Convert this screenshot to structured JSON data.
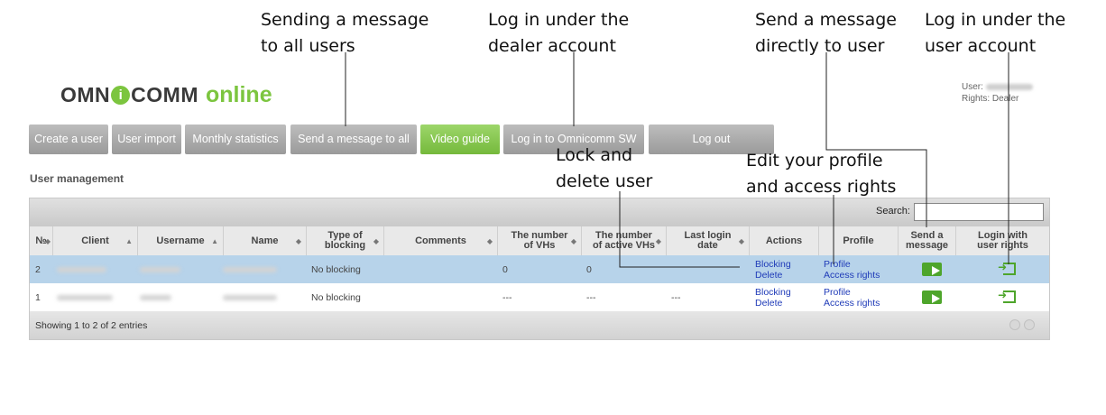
{
  "annotations": {
    "send_all": "Sending a message\nto all users",
    "dealer_login": "Log in under the\ndealer account",
    "send_direct": "Send a message\ndirectly to user",
    "user_login": "Log in under the\nuser account",
    "lock_delete": "Lock and\ndelete user",
    "edit_profile": "Edit your profile\nand access rights"
  },
  "logo": {
    "part1": "OMN",
    "icon": "i",
    "part2": "COMM",
    "part3": "online"
  },
  "user_info": {
    "user_label": "User:",
    "rights_label": "Rights: Dealer"
  },
  "toolbar": {
    "create_user": "Create a user",
    "user_import": "User import",
    "monthly_statistics": "Monthly statistics",
    "send_message_all": "Send a message to all",
    "video_guide": "Video guide",
    "login_omnicomm": "Log in to Omnicomm SW",
    "logout": "Log out"
  },
  "section_title": "User management",
  "search": {
    "label": "Search:",
    "value": ""
  },
  "columns": {
    "no": "№",
    "client": "Client",
    "username": "Username",
    "name": "Name",
    "type_blocking": "Type of\nblocking",
    "comments": "Comments",
    "num_vhs": "The number\nof VHs",
    "num_active_vhs": "The number\nof active VHs",
    "last_login": "Last login\ndate",
    "actions": "Actions",
    "profile": "Profile",
    "send_message": "Send a\nmessage",
    "login_rights": "Login with\nuser rights"
  },
  "rows": [
    {
      "no": "2",
      "blocking": "No blocking",
      "vhs": "0",
      "active_vhs": "0",
      "last_login": "",
      "action1": "Blocking",
      "action2": "Delete",
      "profile1": "Profile",
      "profile2": "Access rights"
    },
    {
      "no": "1",
      "blocking": "No blocking",
      "vhs": "---",
      "active_vhs": "---",
      "last_login": "---",
      "action1": "Blocking",
      "action2": "Delete",
      "profile1": "Profile",
      "profile2": "Access rights"
    }
  ],
  "footer": {
    "entries_text": "Showing 1 to 2 of 2 entries"
  },
  "colors": {
    "accent_green": "#7cc53f",
    "selected_row": "#b7d3ea",
    "link": "#1f3bb8"
  },
  "icons": {
    "send": "envelope-arrow-icon",
    "login": "login-arrow-icon",
    "prev": "prev-page-icon",
    "next": "next-page-icon"
  }
}
